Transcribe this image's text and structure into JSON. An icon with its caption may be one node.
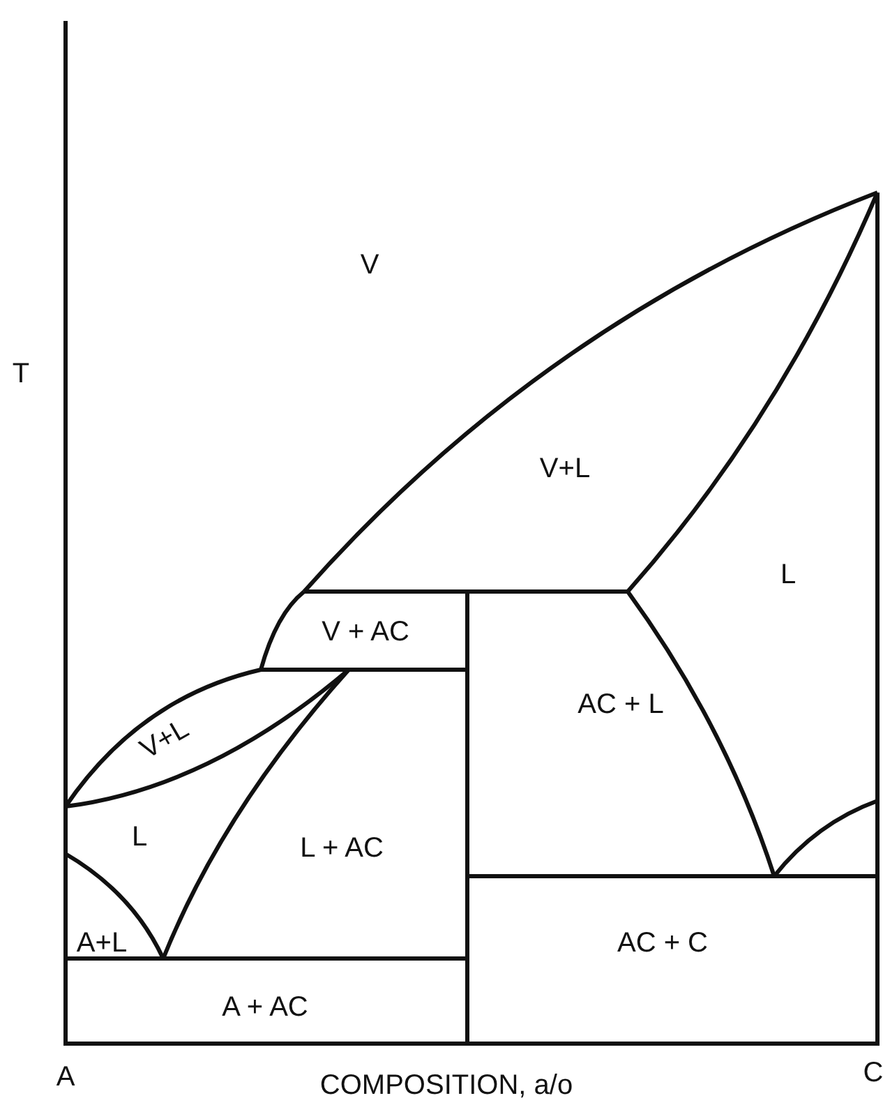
{
  "diagram": {
    "labels": [
      "V",
      "T",
      "V+L",
      "L",
      "V + AC",
      "V+L",
      "AC + L",
      "L",
      "L + AC",
      "A+L",
      "AC + C",
      "A + AC",
      "A",
      "C",
      "COMPOSITION, a/o"
    ]
  }
}
